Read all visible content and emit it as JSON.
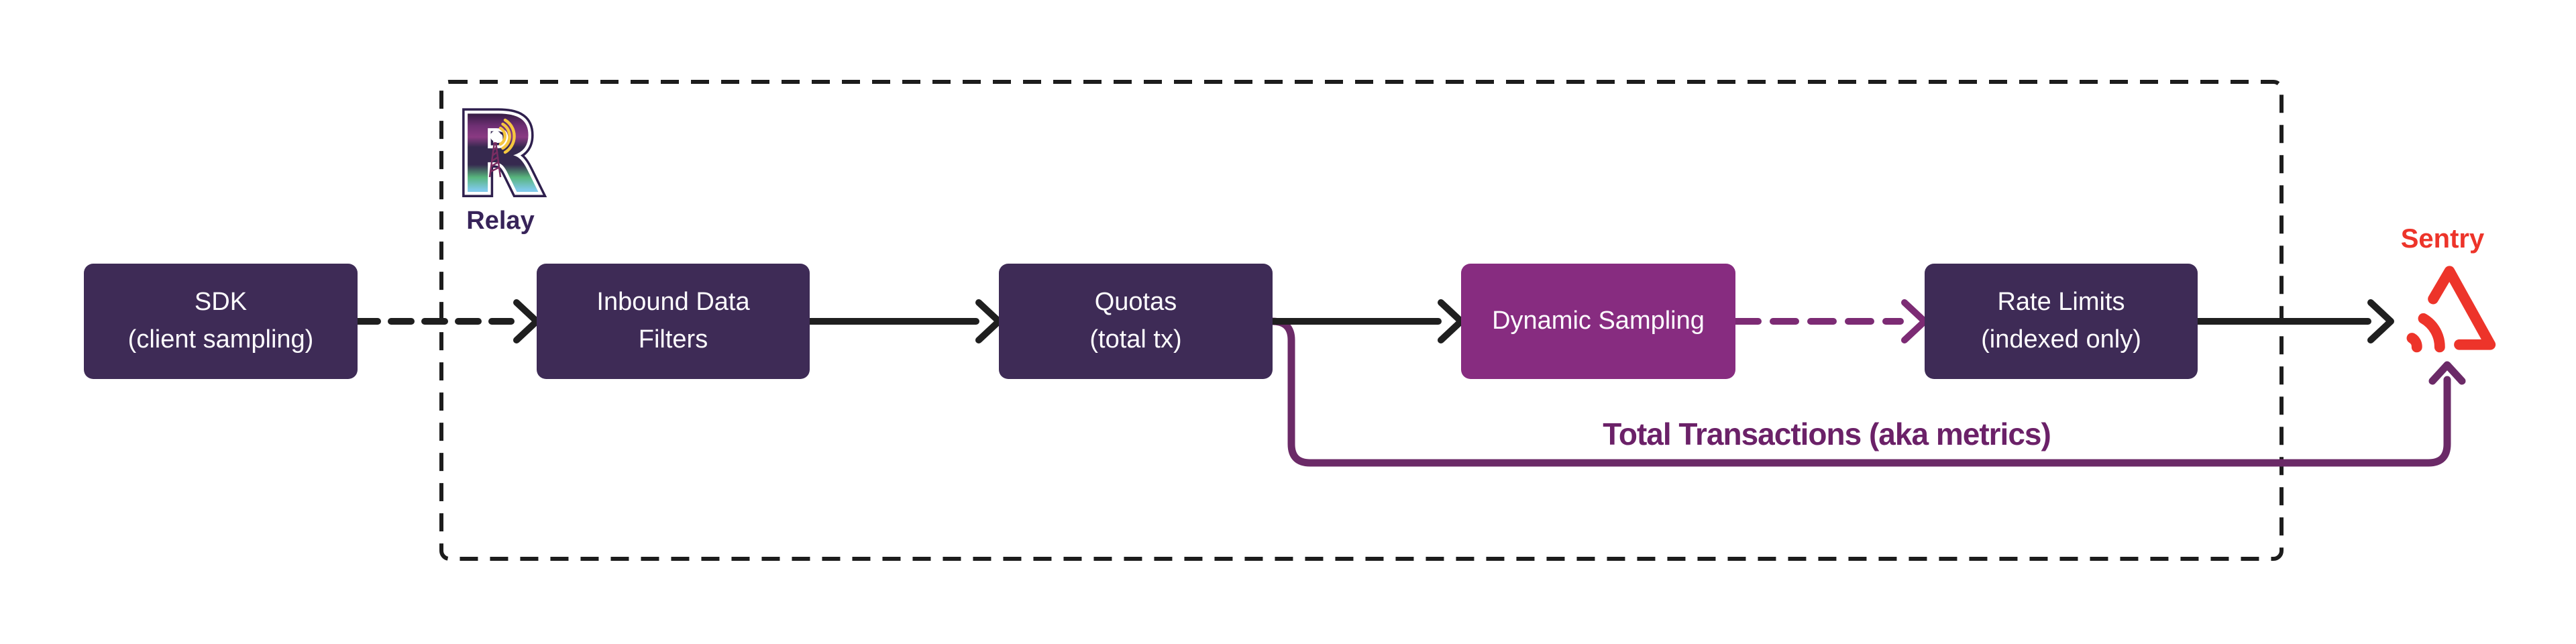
{
  "diagram": {
    "relay_group_label": "Relay",
    "sentry_label": "Sentry",
    "metrics_label": "Total Transactions (aka metrics)",
    "nodes": [
      {
        "id": "sdk",
        "lines": [
          "SDK",
          "(client sampling)"
        ]
      },
      {
        "id": "inbound-data-filters",
        "lines": [
          "Inbound Data",
          "Filters"
        ]
      },
      {
        "id": "quotas",
        "lines": [
          "Quotas",
          "(total tx)"
        ]
      },
      {
        "id": "dynamic-sampling",
        "lines": [
          "Dynamic Sampling"
        ]
      },
      {
        "id": "rate-limits",
        "lines": [
          "Rate Limits",
          "(indexed only)"
        ]
      }
    ],
    "edges": [
      {
        "from": "sdk",
        "to": "inbound-data-filters",
        "style": "dashed-black"
      },
      {
        "from": "inbound-data-filters",
        "to": "quotas",
        "style": "solid-black"
      },
      {
        "from": "quotas",
        "to": "dynamic-sampling",
        "style": "solid-black"
      },
      {
        "from": "dynamic-sampling",
        "to": "rate-limits",
        "style": "dashed-purple"
      },
      {
        "from": "rate-limits",
        "to": "sentry",
        "style": "solid-black"
      },
      {
        "from": "quotas",
        "to": "sentry",
        "style": "solid-purple",
        "label": "Total Transactions (aka metrics)"
      }
    ],
    "colors": {
      "background": "#FFFFFF",
      "box_dark": "#3E2B56",
      "box_accent": "#872C80",
      "arrow_black": "#1F1F1F",
      "metrics_purple": "#6B2A67",
      "dash_purple": "#7C2B74",
      "metrics_label": "#6B2168",
      "relay_label": "#372359",
      "sentry_red": "#ED342A",
      "frame_border": "#1C1C1C",
      "node_text": "#FDFCFE",
      "relay_yellow": "#F5C73F",
      "relay_green": "#57B47C",
      "relay_blue": "#7FC9E8"
    }
  }
}
